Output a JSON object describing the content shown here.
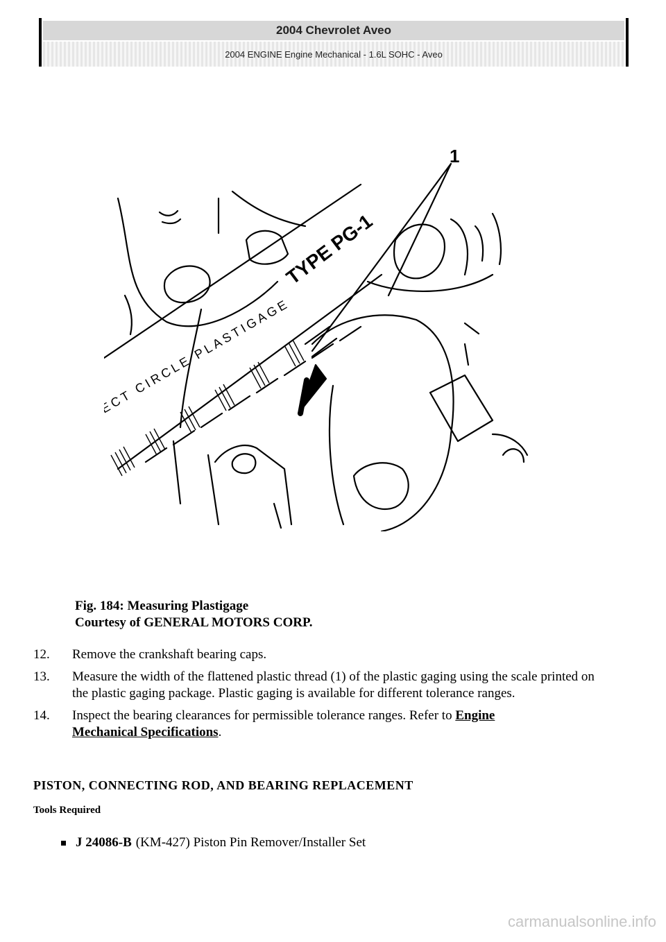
{
  "header": {
    "title": "2004 Chevrolet Aveo",
    "subtitle": "2004 ENGINE Engine Mechanical - 1.6L SOHC - Aveo"
  },
  "figure": {
    "callout": "1",
    "gauge_text_top": "TYPE PG-1",
    "gauge_text_bottom": "ECT CIRCLE PLASTIGAGE"
  },
  "caption": {
    "line1": "Fig. 184: Measuring Plastigage",
    "line2": "Courtesy of GENERAL MOTORS CORP."
  },
  "steps": [
    {
      "num": "12.",
      "text": "Remove the crankshaft bearing caps."
    },
    {
      "num": "13.",
      "text": "Measure the width of the flattened plastic thread (1) of the plastic gaging using the scale printed on the plastic gaging package. Plastic gaging is available for different tolerance ranges."
    },
    {
      "num": "14.",
      "text": "Inspect the bearing clearances for permissible tolerance ranges. Refer to",
      "ref": "Engine",
      "link": "Mechanical Specifications",
      "end": "."
    }
  ],
  "section": {
    "title": "PISTON, CONNECTING ROD, AND BEARING REPLACEMENT",
    "tools_label": "Tools Required"
  },
  "tools": [
    {
      "code": "J 24086-B",
      "desc": "(KM-427) Piston Pin Remover/Installer Set"
    }
  ],
  "watermark": "carmanualsonline.info"
}
